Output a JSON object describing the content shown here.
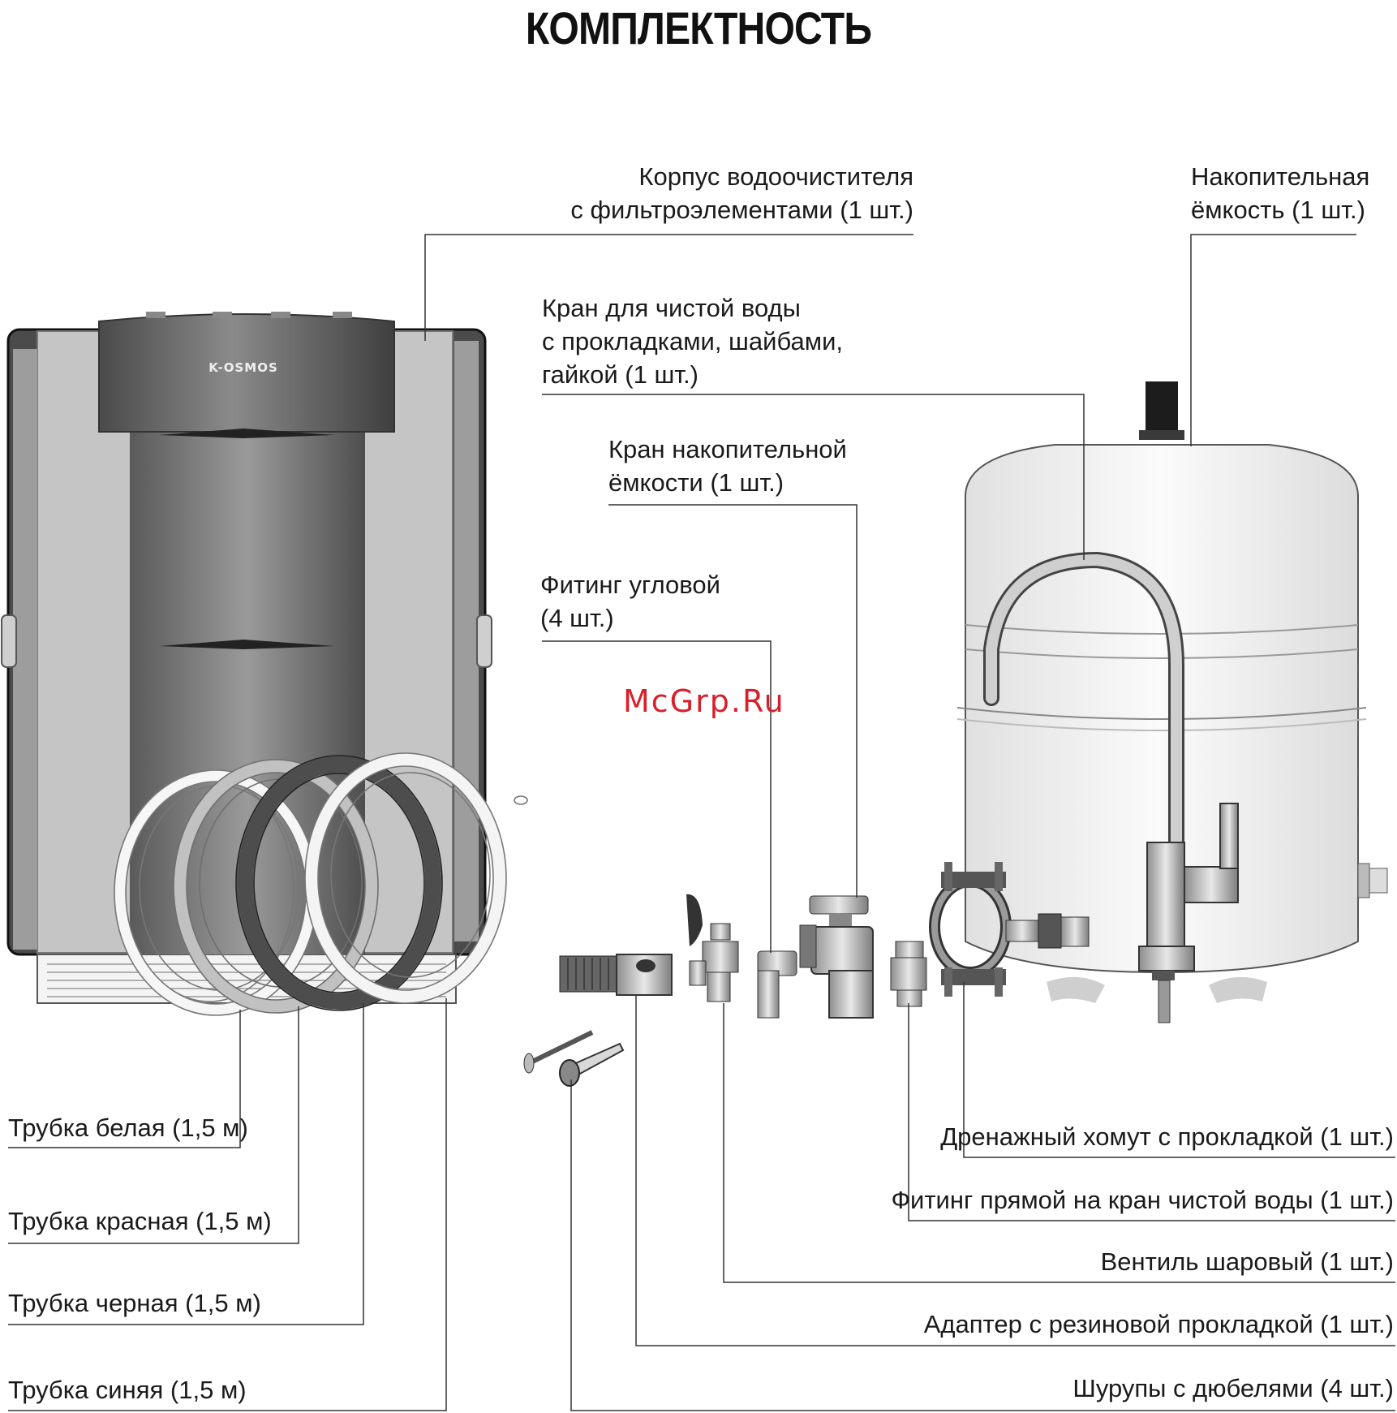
{
  "title": "КОМПЛЕКТНОСТЬ",
  "brand_on_housing": "K-OSMOS",
  "watermark": "McGrp.Ru",
  "labels": {
    "housing": "Корпус водоочистителя\nс фильтроэлементами (1 шт.)",
    "tank": "Накопительная\nёмкость (1 шт.)",
    "faucet": "Кран для чистой воды\nс прокладками, шайбами,\nгайкой (1 шт.)",
    "tank_valve": "Кран накопительной\nёмкости (1 шт.)",
    "elbow": "Фитинг угловой\n(4 шт.)",
    "tube_white": "Трубка белая (1,5 м)",
    "tube_red": "Трубка красная (1,5 м)",
    "tube_black": "Трубка черная (1,5 м)",
    "tube_blue": "Трубка синяя (1,5 м)",
    "drain_clamp": "Дренажный хомут с прокладкой (1 шт.)",
    "straight_fitting": "Фитинг прямой на кран чистой воды (1 шт.)",
    "ball_valve": "Вентиль шаровый (1 шт.)",
    "adapter": "Адаптер с резиновой прокладкой (1 шт.)",
    "screws": "Шурупы с дюбелями (4 шт.)"
  },
  "colors": {
    "housing_dark": "#6e6e6e",
    "housing_light": "#c9c9c9",
    "tube_red_coil": "#b9b9b9",
    "tube_black_coil": "#4d4d4d",
    "tank": "#f1f1f1",
    "watermark": "#d8202a"
  }
}
